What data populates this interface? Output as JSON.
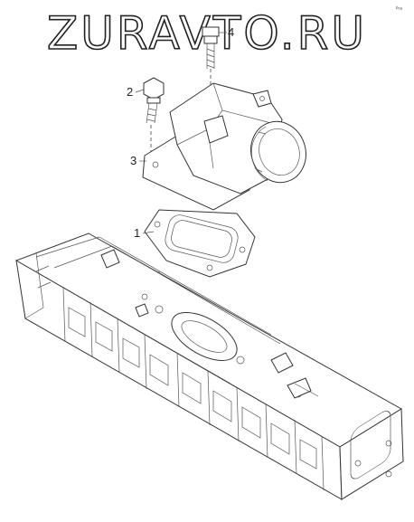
{
  "watermark": {
    "text": "ZURAVTO.RU"
  },
  "corner_mark": "ᴾᶜᵃ",
  "callouts": [
    {
      "id": "1",
      "label": "1"
    },
    {
      "id": "2",
      "label": "2"
    },
    {
      "id": "3",
      "label": "3"
    },
    {
      "id": "4",
      "label": "4"
    }
  ],
  "colors": {
    "line": "#333333",
    "background": "#ffffff"
  }
}
